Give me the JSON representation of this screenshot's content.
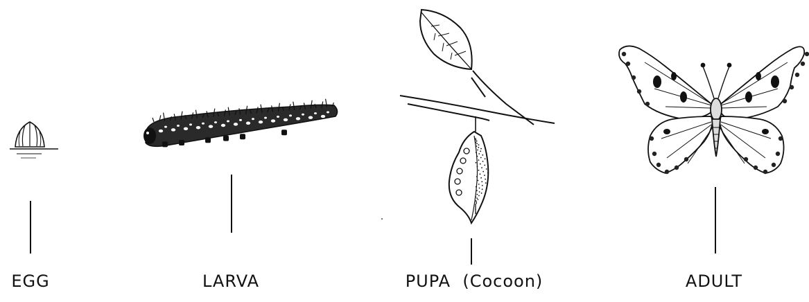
{
  "stages": [
    {
      "label": "EGG"
    },
    {
      "label": "LARVA"
    },
    {
      "label": "PUPA  (Cocoon)"
    },
    {
      "label": "ADULT"
    }
  ],
  "colors": {
    "ink": "#111111",
    "paper": "#ffffff"
  }
}
